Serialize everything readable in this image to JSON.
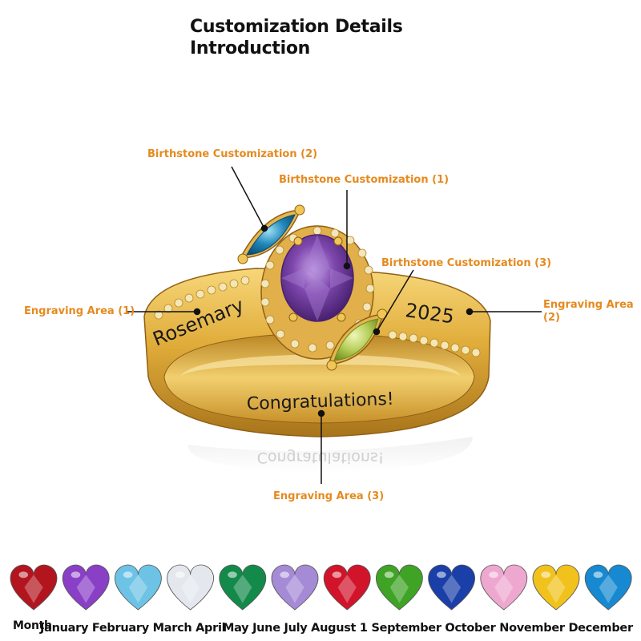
{
  "title": {
    "line1": "Customization Details",
    "line2": "Introduction"
  },
  "callouts": {
    "birthstone_2": "Birthstone Customization (2)",
    "birthstone_1": "Birthstone Customization (1)",
    "birthstone_3": "Birthstone Customization (3)",
    "engraving_1": "Engraving Area (1)",
    "engraving_2_line1": "Engraving Area",
    "engraving_2_line2": "(2)",
    "engraving_3": "Engraving Area (3)"
  },
  "engravings": {
    "left": "Rosemary",
    "right": "2025",
    "inner": "Congratulations!",
    "reflection": "Congratulations!"
  },
  "colors": {
    "callout": "#e58a1f",
    "gold": "#d9a531",
    "main_stone": "#7b46a8",
    "stone_2": "#1f86b8",
    "stone_3": "#b7cf5a"
  },
  "birthstones": [
    {
      "icon": "garnet-heart-icon",
      "color": "#b3151f"
    },
    {
      "icon": "amethyst-heart-icon",
      "color": "#8a3fc7"
    },
    {
      "icon": "aquamarine-heart-icon",
      "color": "#6cc3e6"
    },
    {
      "icon": "diamond-heart-icon",
      "color": "#e4e8ee"
    },
    {
      "icon": "emerald-heart-icon",
      "color": "#138a4a"
    },
    {
      "icon": "alexandrite-heart-icon",
      "color": "#a58ad6"
    },
    {
      "icon": "ruby-heart-icon",
      "color": "#d1142a"
    },
    {
      "icon": "peridot-heart-icon",
      "color": "#3fa326"
    },
    {
      "icon": "sapphire-heart-icon",
      "color": "#1a3fa8"
    },
    {
      "icon": "tourmaline-heart-icon",
      "color": "#eea8cf"
    },
    {
      "icon": "citrine-heart-icon",
      "color": "#f1c21c"
    },
    {
      "icon": "topaz-heart-icon",
      "color": "#1689d1"
    }
  ],
  "month_labels": {
    "prefix": "Month",
    "group1": "January February March April",
    "group2": "May June July August 1 September October November December"
  }
}
